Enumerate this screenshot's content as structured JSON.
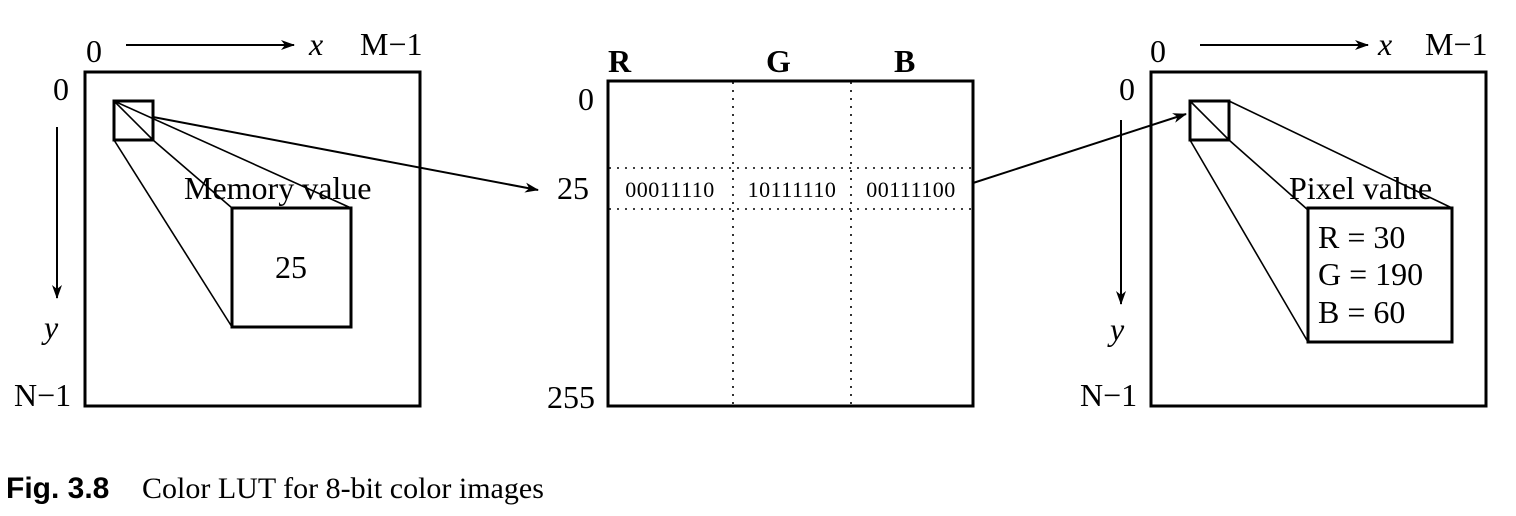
{
  "memory_image": {
    "origin_x": "0",
    "x_axis_label": "x",
    "x_end_label": "M−1",
    "origin_y": "0",
    "y_axis_label": "y",
    "y_end_label": "N−1",
    "callout_title": "Memory value",
    "callout_value": "25"
  },
  "lut_table": {
    "headers": [
      "R",
      "G",
      "B"
    ],
    "row_start_label": "0",
    "row_highlight_label": "25",
    "row_end_label": "255",
    "highlight_row_values": [
      "00011110",
      "10111110",
      "00111100"
    ]
  },
  "display_image": {
    "origin_x": "0",
    "x_axis_label": "x",
    "x_end_label": "M−1",
    "origin_y": "0",
    "y_axis_label": "y",
    "y_end_label": "N−1",
    "callout_title": "Pixel value",
    "rgb_lines": [
      "R = 30",
      "G = 190",
      "B = 60"
    ]
  },
  "caption": {
    "figure_number": "Fig. 3.8",
    "text": "Color LUT for 8-bit color images"
  }
}
